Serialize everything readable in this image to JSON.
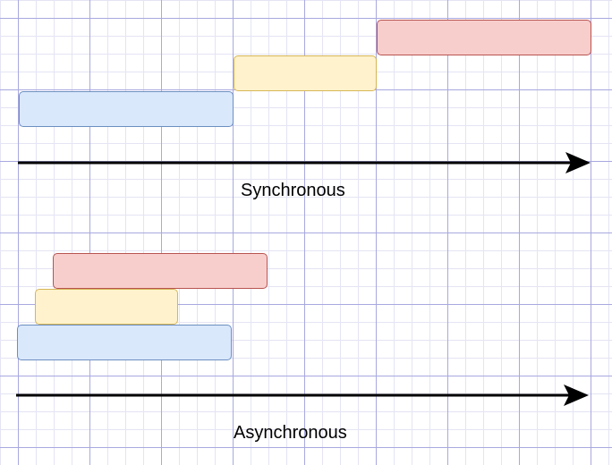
{
  "colors": {
    "background": "#ffffff",
    "grid_minor": "#e4e4f4",
    "grid_major": "#a8a8e0",
    "arrow": "#000000",
    "blue_fill": "#dae8fc",
    "blue_stroke": "#6c8ebf",
    "yellow_fill": "#fff2cc",
    "yellow_stroke": "#d6b656",
    "red_fill": "#f8cecc",
    "red_stroke": "#b85450"
  },
  "sections": {
    "synchronous": {
      "label": "Synchronous",
      "bars": [
        {
          "name": "blue-task-bar",
          "color": "blue"
        },
        {
          "name": "yellow-task-bar",
          "color": "yellow"
        },
        {
          "name": "red-task-bar",
          "color": "red"
        }
      ]
    },
    "asynchronous": {
      "label": "Asynchronous",
      "bars": [
        {
          "name": "blue-task-bar",
          "color": "blue"
        },
        {
          "name": "yellow-task-bar",
          "color": "yellow"
        },
        {
          "name": "red-task-bar",
          "color": "red"
        }
      ]
    }
  }
}
